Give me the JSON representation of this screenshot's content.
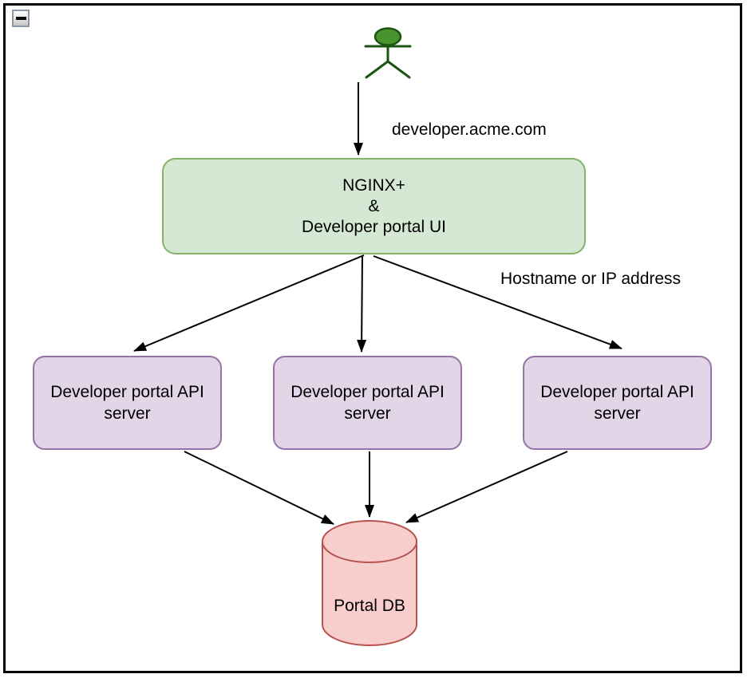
{
  "window": {
    "collapse_icon": "minus"
  },
  "diagram": {
    "actor_icon": "stick-figure-user",
    "labels": {
      "request_url": "developer.acme.com",
      "routing": "Hostname or IP address"
    },
    "gateway": {
      "lines": [
        "NGINX+",
        "&",
        "Developer portal UI"
      ]
    },
    "servers": [
      {
        "line1": "Developer portal API",
        "line2": "server"
      },
      {
        "line1": "Developer portal API",
        "line2": "server"
      },
      {
        "line1": "Developer portal API",
        "line2": "server"
      }
    ],
    "database": {
      "label": "Portal DB"
    },
    "colors": {
      "gateway_fill": "#d5e8d4",
      "gateway_stroke": "#82b366",
      "server_fill": "#e1d5e7",
      "server_stroke": "#9673a6",
      "database_fill": "#f8cecc",
      "database_stroke": "#b85450",
      "actor_fill": "#4a9430",
      "actor_stroke": "#1d5313",
      "arrow": "#000000",
      "frame": "#000000"
    }
  }
}
